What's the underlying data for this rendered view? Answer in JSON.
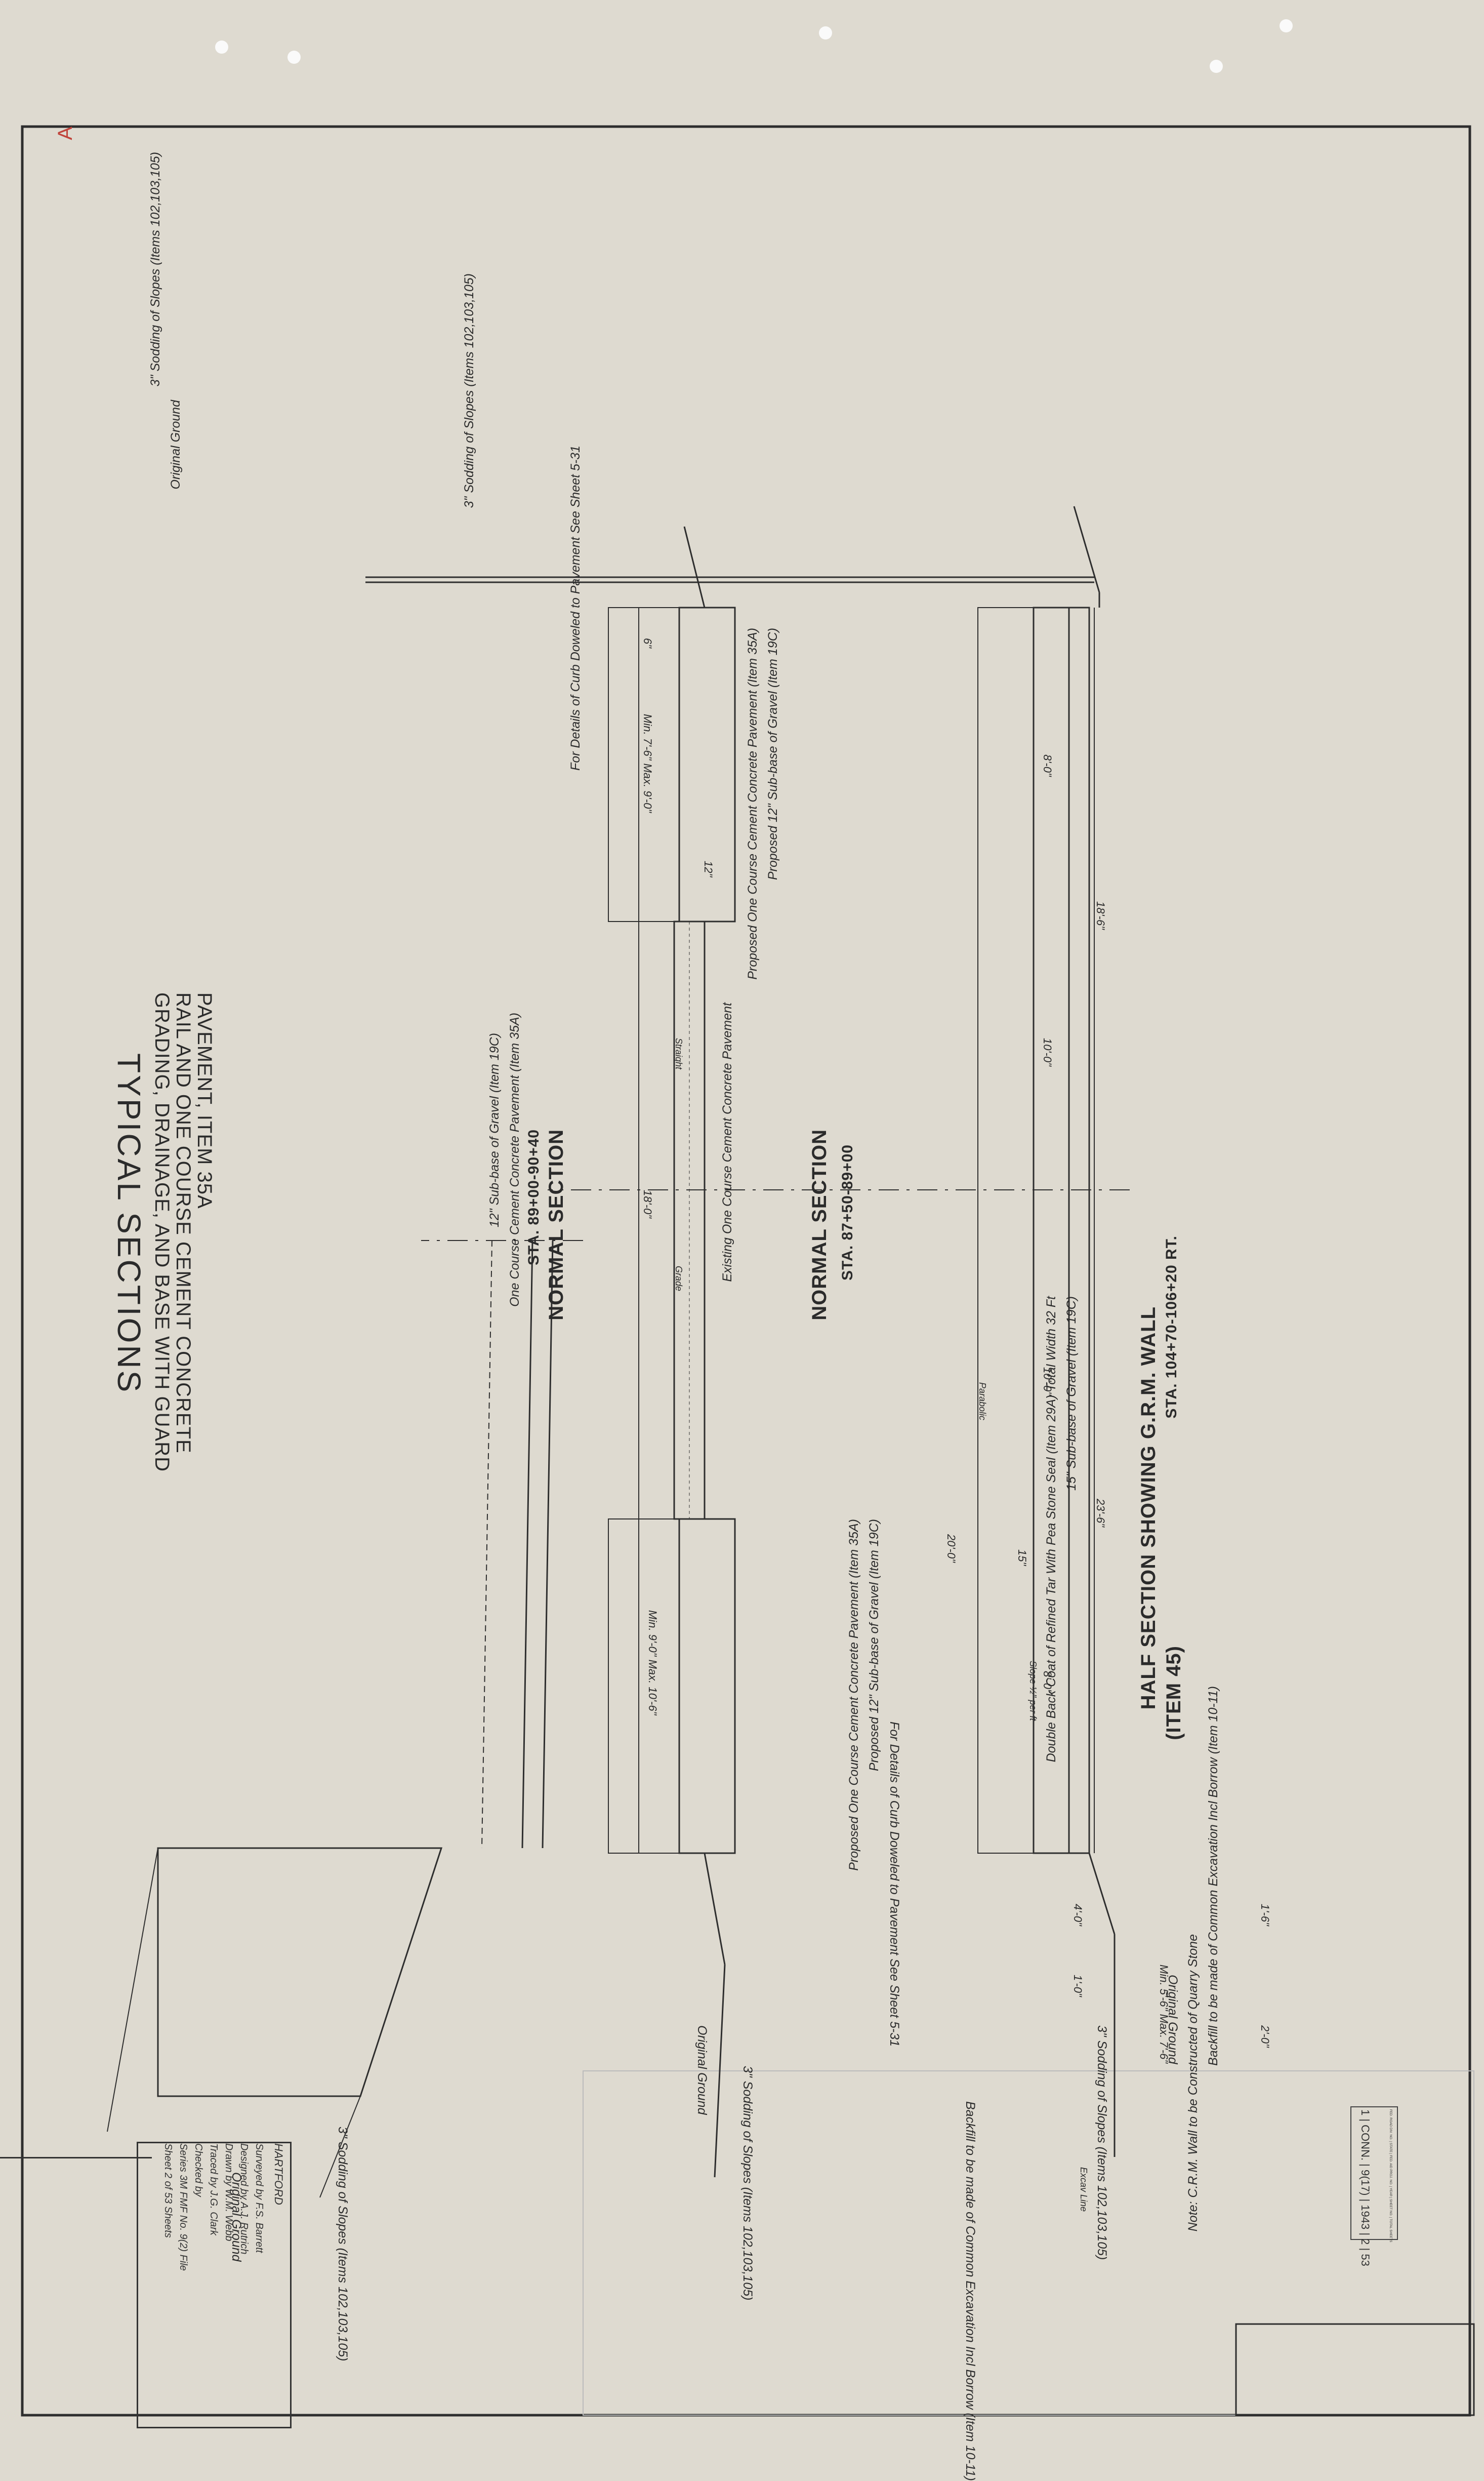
{
  "title": {
    "main": "TYPICAL SECTIONS",
    "sub1": "GRADING, DRAINAGE, AND BASE WITH GUARD",
    "sub2": "RAIL AND ONE COURSE CEMENT CONCRETE",
    "sub3": "PAVEMENT, ITEM 35A"
  },
  "sections": {
    "top": {
      "name": "NORMAL SECTION",
      "station": "STA. 89+00-90+40"
    },
    "middle": {
      "name": "NORMAL SECTION",
      "station": "STA. 87+50-89+00"
    },
    "bottom": {
      "name": "HALF SECTION SHOWING G.R.M. WALL",
      "item": "(ITEM 45)",
      "station": "STA. 104+70-106+20 RT."
    }
  },
  "notes": {
    "sodding_top_left": "3\" Sodding of Slopes (Items 102,103,105)",
    "sodding_top_right": "3\" Sodding of Slopes (Items 102,103,105)",
    "sodding_mid_left": "3\" Sodding of Slopes (Items 102,103,105)",
    "sodding_mid_right": "3\" Sodding of Slopes (Items 102,103,105)",
    "sodding_bottom": "3\" Sodding of Slopes (Items 102,103,105)",
    "original_ground": "Original Ground",
    "curb_details": "For Details of Curb Doweled to Pavement See Sheet 5-31",
    "one_course_top": "One Course Cement Concrete Pavement (Item 35A)",
    "subbase_top": "12\" Sub-base of Gravel (Item 19C)",
    "proposed_pavement": "Proposed One Course Cement Concrete Pavement (Item 35A)",
    "proposed_subbase": "Proposed 12\" Sub-base of Gravel (Item 19C)",
    "existing_pavement": "Existing One Course Cement Concrete Pavement",
    "double_back_coat": "Double Back Coat of Refined Tar With Pea Stone Seal (Item 29A) Total Width 32 Ft",
    "subbase_15": "15\" Sub-base of Gravel (Item 19C)",
    "backfill_1": "Backfill to be made of Common Excavation Incl Borrow (Item 10-11)",
    "backfill_2": "Backfill to be made of Common Excavation Incl Borrow (Item 10-11)",
    "crm_note": "Note: C.R.M. Wall to be Constructed of Quarry Stone",
    "excav_line": "Excav Line",
    "grade": "Grade",
    "parabolic": "Parabolic",
    "straight": "Straight",
    "slope": "Slope ½\" per ft"
  },
  "dims": {
    "d18_6": "18'-6\"",
    "d8_0": "8'-0\"",
    "d10_0": "10'-0\"",
    "d23_6": "23'-6\"",
    "d4_0": "4'-0\"",
    "d1_0": "1'-0\"",
    "d6": "6\"",
    "d12": "12\"",
    "d18_0": "18'-0\"",
    "d20_0": "20'-0\"",
    "d15": "15\"",
    "d7_6": "7'-6\"",
    "min_max_1": "Min. 7'-6\" Max. 9'-0\"",
    "min_max_2": "Min. 9'-0\" Max. 10'-6\"",
    "min_max_3": "Min. 5'-6\" Max. 7'-6\"",
    "d1_6": "1'-6\"",
    "d2_0": "2'-0\""
  },
  "title_block": {
    "town": "HARTFORD",
    "surveyed": "Surveyed by  F.S. Barrett",
    "designed": "Designed by  A.J. Rutrich",
    "drawn": "Drawn by  W.M. Webb",
    "traced": "Traced by  J.G. Clark",
    "checked": "Checked by",
    "file": "Series 3M FMF No. 9(2) File",
    "sheet": "Sheet 2 of 53 Sheets"
  },
  "stamp": {
    "row1": "FED. ROAD DIV. NO. | STATE | FED. AID PROJ. NO. | YEAR | SHEET NO. | TOTAL SHEETS",
    "row2": "1 | CONN. | 9(17) | 1943 | 2 | 53"
  },
  "mark": "A"
}
